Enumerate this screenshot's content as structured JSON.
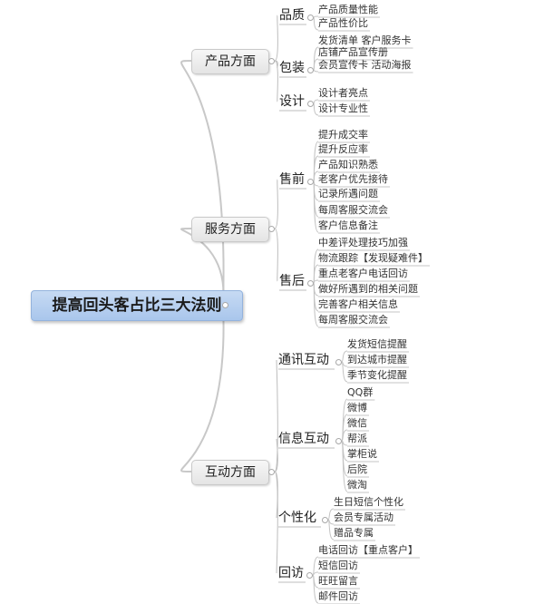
{
  "root": "提高回头客占比三大法则",
  "branches": [
    {
      "label": "产品方面",
      "groups": [
        {
          "label": "品质",
          "items": [
            "产品质量性能",
            "产品性价比"
          ]
        },
        {
          "label": "包装",
          "items": [
            "发货清单 客户服务卡",
            "店铺产品宣传册",
            "会员宣传卡 活动海报"
          ]
        },
        {
          "label": "设计",
          "items": [
            "设计者亮点",
            "设计专业性"
          ]
        }
      ]
    },
    {
      "label": "服务方面",
      "groups": [
        {
          "label": "售前",
          "items": [
            "提升成交率",
            "提升反应率",
            "产品知识熟悉",
            "老客户优先接待",
            "记录所遇问题",
            "每周客服交流会",
            "客户信息备注"
          ]
        },
        {
          "label": "售后",
          "items": [
            "中差评处理技巧加强",
            "物流跟踪【发现疑难件】",
            "重点老客户电话回访",
            "做好所遇到的相关问题",
            "完善客户相关信息",
            "每周客服交流会"
          ]
        }
      ]
    },
    {
      "label": "互动方面",
      "groups": [
        {
          "label": "通讯互动",
          "items": [
            "发货短信提醒",
            "到达城市提醒",
            "季节变化提醒"
          ]
        },
        {
          "label": "信息互动",
          "items": [
            "QQ群",
            "微博",
            "微信",
            "帮派",
            "掌柜说",
            "后院",
            "微淘"
          ]
        },
        {
          "label": "个性化",
          "items": [
            "生日短信个性化",
            "会员专属活动",
            "赠品专属"
          ]
        },
        {
          "label": "回访",
          "items": [
            "电话回访【重点客户】",
            "短信回访",
            "旺旺留言",
            "邮件回访"
          ]
        }
      ]
    }
  ]
}
